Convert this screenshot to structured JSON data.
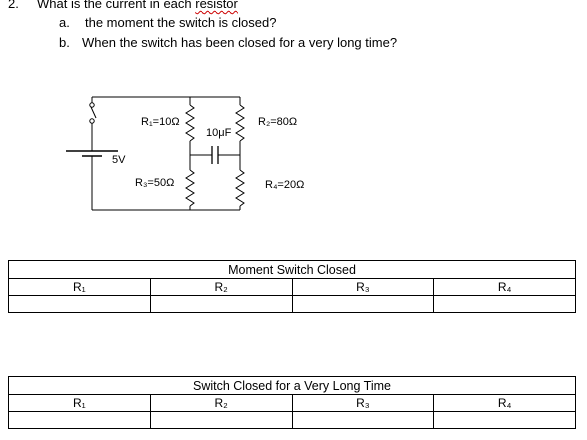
{
  "question": {
    "number": "2.",
    "prefix": "What is the current in each ",
    "squiggled_word": "resistor",
    "parts": [
      {
        "letter": "a.",
        "text": "the moment the switch is closed?"
      },
      {
        "letter": "b.",
        "text": "When the switch has been closed for a very long time?"
      }
    ]
  },
  "circuit": {
    "battery_label": "5V",
    "r1_label": "R₁=10Ω",
    "r2_label": "R₂=80Ω",
    "r3_label": "R₃=50Ω",
    "r4_label": "R₄=20Ω",
    "capacitor_label": "10μF"
  },
  "tables": [
    {
      "title": "Moment Switch Closed",
      "headers": [
        "R₁",
        "R₂",
        "R₃",
        "R₄"
      ]
    },
    {
      "title": "Switch Closed for a Very Long Time",
      "headers": [
        "R₁",
        "R₂",
        "R₃",
        "R₄"
      ]
    }
  ]
}
